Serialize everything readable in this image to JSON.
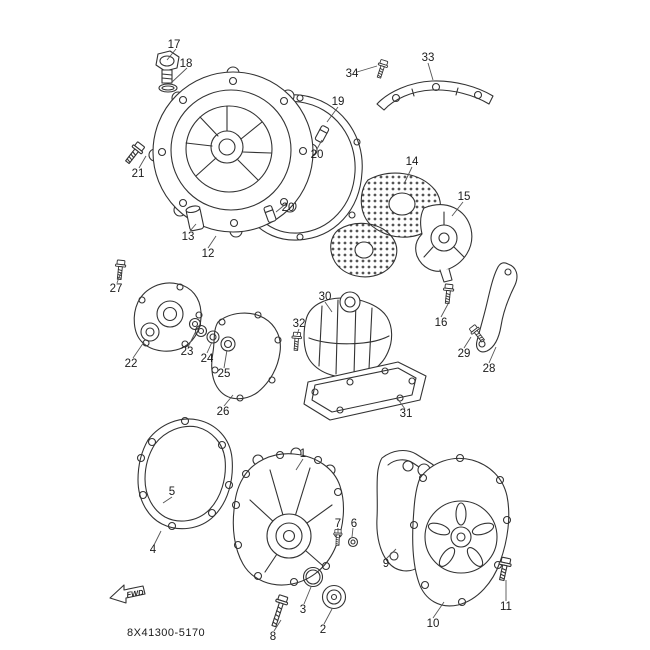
{
  "diagram": {
    "code": "8X41300-5170",
    "fwd": "FWD"
  },
  "colors": {
    "line": "#333333",
    "label": "#1a1a1a",
    "background": "#ffffff"
  },
  "labels": {
    "p1": "1",
    "p2": "2",
    "p3": "3",
    "p4": "4",
    "p5": "5",
    "p6": "6",
    "p7": "7",
    "p8": "8",
    "p9": "9",
    "p10": "10",
    "p11": "11",
    "p12": "12",
    "p13": "13",
    "p14": "14",
    "p15": "15",
    "p16": "16",
    "p17": "17",
    "p18": "18",
    "p19": "19",
    "p20a": "20",
    "p20b": "20",
    "p21": "21",
    "p22": "22",
    "p23": "23",
    "p24": "24",
    "p25": "25",
    "p26": "26",
    "p27": "27",
    "p28": "28",
    "p29": "29",
    "p30": "30",
    "p31": "31",
    "p32": "32",
    "p33": "33",
    "p34": "34"
  }
}
